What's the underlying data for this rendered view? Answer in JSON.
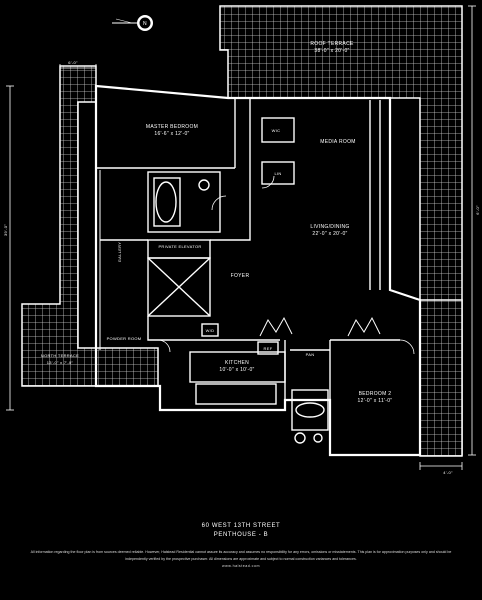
{
  "compass": {
    "label": "N"
  },
  "rooms": {
    "roof_terrace": {
      "name": "ROOF TERRACE",
      "dims": "38'-0\" x 20'-0\""
    },
    "master_bedroom": {
      "name": "MASTER BEDROOM",
      "dims": "16'-6\" x 12'-0\""
    },
    "media_room": {
      "name": "MEDIA ROOM"
    },
    "living_dining": {
      "name": "LIVING/DINING",
      "dims": "22'-0\" x 20'-0\""
    },
    "private_elevator": {
      "name": "PRIVATE ELEVATOR"
    },
    "foyer": {
      "name": "FOYER"
    },
    "kitchen": {
      "name": "KITCHEN",
      "dims": "10'-0\" x 10'-0\""
    },
    "bedroom_2": {
      "name": "BEDROOM 2",
      "dims": "12'-0\" x 11'-0\""
    },
    "north_terrace": {
      "name": "NORTH TERRACE",
      "dims": "13'-0\" x 7'-0\""
    },
    "gallery": {
      "name": "GALLERY"
    },
    "powder_room": {
      "name": "POWDER ROOM"
    }
  },
  "tags": {
    "wic": "WIC",
    "lin": "LIN",
    "pan": "PAN",
    "w_d": "W/D",
    "ref": "REF"
  },
  "dimensions": {
    "top_left": "6'-0\"",
    "left_vertical": "39'-0\"",
    "right_vertical": "6'-0\"",
    "bottom_right": "4'-0\""
  },
  "title_block": {
    "line1": "60 WEST 13TH STREET",
    "line2": "PENTHOUSE - B"
  },
  "footer": {
    "disclaimer": "All information regarding the floor plan is from sources deemed reliable. However, Halstead Residential cannot assure its accuracy and assumes no responsibility for any errors, omissions or misstatements. This plan is for approximation purposes only and should be independently verified by the prospective purchaser. All dimensions are approximate and subject to normal construction variances and tolerances.",
    "website": "www.halstead.com"
  }
}
